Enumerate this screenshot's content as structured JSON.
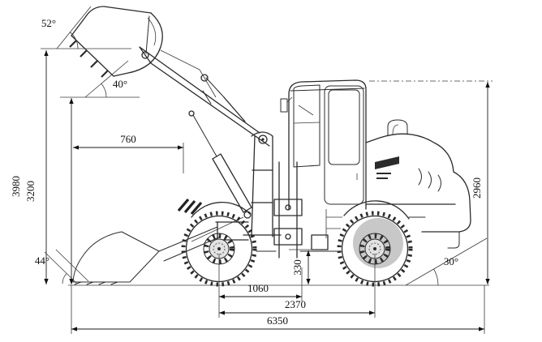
{
  "diagram": {
    "subject": "wheel loader side-view dimension drawing",
    "background": "#ffffff",
    "line_color": "#2b2b2b",
    "shade_color": "#c8c8c8",
    "dimensions": {
      "overall_height_bucket_raised": "3980",
      "dump_clearance_height": "3200",
      "dump_reach": "760",
      "front_axle_to_articulation": "1060",
      "wheelbase": "2370",
      "overall_length": "6350",
      "ground_clearance": "330",
      "overall_height_to_cab": "2960"
    },
    "angles": {
      "bucket_angle_raised": "52°",
      "dump_angle": "40°",
      "bucket_rollback_at_ground": "44°",
      "departure_angle": "30°"
    }
  }
}
